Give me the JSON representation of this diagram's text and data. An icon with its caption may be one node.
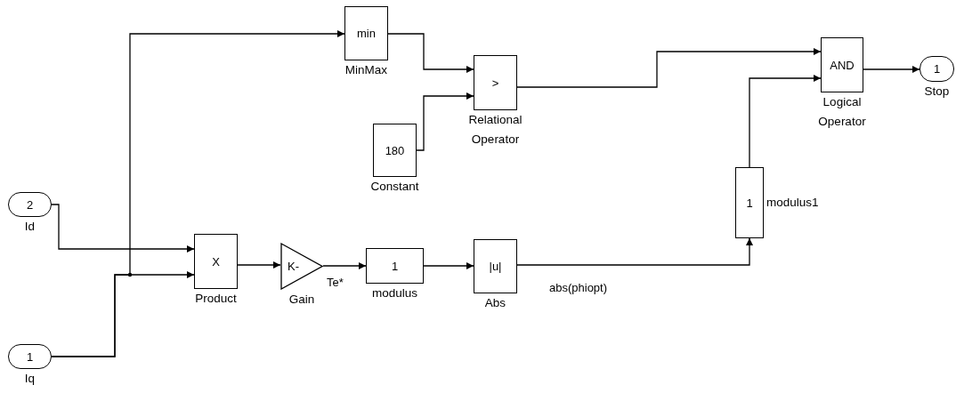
{
  "diagram": {
    "nodes": [
      {
        "text": [
          "2",
          "Id"
        ]
      },
      {
        "text": [
          "1",
          "Iq"
        ]
      },
      {
        "text": [
          "min",
          "MinMax"
        ]
      },
      {
        "text": [
          ">",
          "Relational Operator"
        ]
      },
      {
        "text": [
          "180",
          "Constant"
        ]
      },
      {
        "text": [
          "X",
          "Product"
        ]
      },
      {
        "text": [
          "K-",
          "Gain"
        ]
      },
      {
        "text": [
          "1",
          "modulus"
        ]
      },
      {
        "text": [
          "|u|",
          "Abs"
        ]
      },
      {
        "text": [
          "1",
          "modulus1"
        ]
      },
      {
        "text": [
          "AND",
          "Logical Operator"
        ]
      },
      {
        "text": [
          "1",
          "Stop"
        ]
      }
    ],
    "edges": [
      {
        "from": 0,
        "to": 5,
        "arrow": "to"
      },
      {
        "from": 1,
        "to": 5,
        "arrow": "to"
      },
      {
        "from": 1,
        "to": 2,
        "arrow": "to"
      },
      {
        "from": 2,
        "to": 3,
        "arrow": "to"
      },
      {
        "from": 4,
        "to": 3,
        "arrow": "to"
      },
      {
        "from": 5,
        "to": 6,
        "arrow": "to"
      },
      {
        "from": 6,
        "to": 7,
        "label": "Te*",
        "arrow": "to"
      },
      {
        "from": 7,
        "to": 8,
        "arrow": "to"
      },
      {
        "from": 8,
        "to": 9,
        "label": "abs(phiopt)",
        "arrow": "to"
      },
      {
        "from": 3,
        "to": 10,
        "arrow": "to"
      },
      {
        "from": 9,
        "to": 10,
        "arrow": "to"
      },
      {
        "from": 10,
        "to": 11,
        "arrow": "to"
      }
    ]
  }
}
